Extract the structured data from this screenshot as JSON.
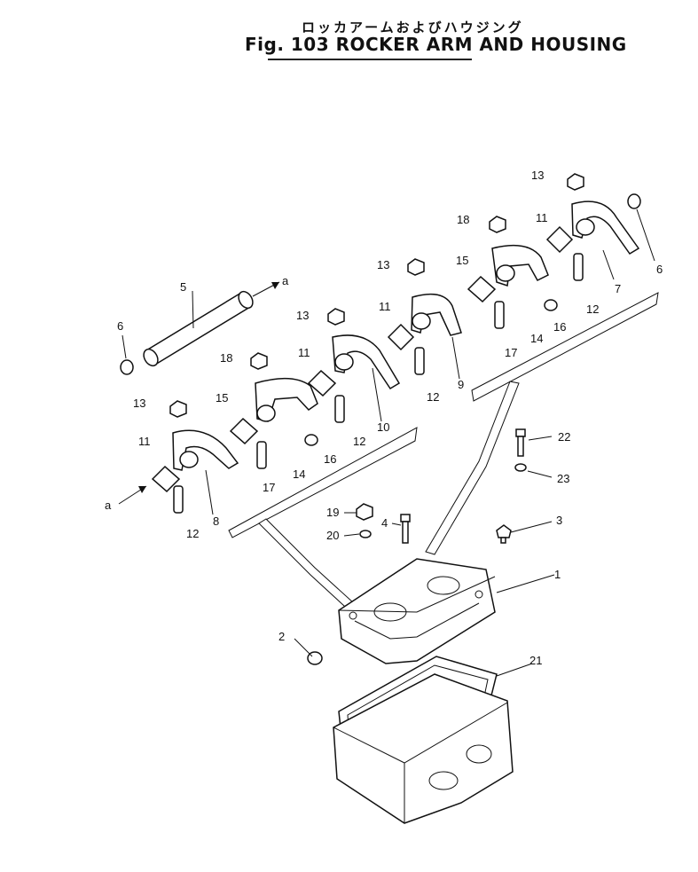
{
  "title": {
    "japanese": "ロッカアームおよびハウジング",
    "english": "Fig. 103 ROCKER ARM AND HOUSING"
  },
  "callouts": [
    {
      "id": "c1",
      "text": "1"
    },
    {
      "id": "c2",
      "text": "2"
    },
    {
      "id": "c3",
      "text": "3"
    },
    {
      "id": "c4",
      "text": "4"
    },
    {
      "id": "c5",
      "text": "5"
    },
    {
      "id": "c6a",
      "text": "6"
    },
    {
      "id": "c6b",
      "text": "6"
    },
    {
      "id": "c7",
      "text": "7"
    },
    {
      "id": "c8",
      "text": "8"
    },
    {
      "id": "c9",
      "text": "9"
    },
    {
      "id": "c10",
      "text": "10"
    },
    {
      "id": "c11a",
      "text": "11"
    },
    {
      "id": "c11b",
      "text": "11"
    },
    {
      "id": "c11c",
      "text": "11"
    },
    {
      "id": "c11d",
      "text": "11"
    },
    {
      "id": "c12a",
      "text": "12"
    },
    {
      "id": "c12b",
      "text": "12"
    },
    {
      "id": "c12c",
      "text": "12"
    },
    {
      "id": "c12d",
      "text": "12"
    },
    {
      "id": "c13a",
      "text": "13"
    },
    {
      "id": "c13b",
      "text": "13"
    },
    {
      "id": "c13c",
      "text": "13"
    },
    {
      "id": "c13d",
      "text": "13"
    },
    {
      "id": "c14a",
      "text": "14"
    },
    {
      "id": "c14b",
      "text": "14"
    },
    {
      "id": "c15a",
      "text": "15"
    },
    {
      "id": "c15b",
      "text": "15"
    },
    {
      "id": "c16a",
      "text": "16"
    },
    {
      "id": "c16b",
      "text": "16"
    },
    {
      "id": "c17a",
      "text": "17"
    },
    {
      "id": "c17b",
      "text": "17"
    },
    {
      "id": "c18a",
      "text": "18"
    },
    {
      "id": "c18b",
      "text": "18"
    },
    {
      "id": "c19",
      "text": "19"
    },
    {
      "id": "c20",
      "text": "20"
    },
    {
      "id": "c21",
      "text": "21"
    },
    {
      "id": "c22",
      "text": "22"
    },
    {
      "id": "c23",
      "text": "23"
    },
    {
      "id": "ref-a-top",
      "text": "a"
    },
    {
      "id": "ref-a-left",
      "text": "a"
    }
  ]
}
